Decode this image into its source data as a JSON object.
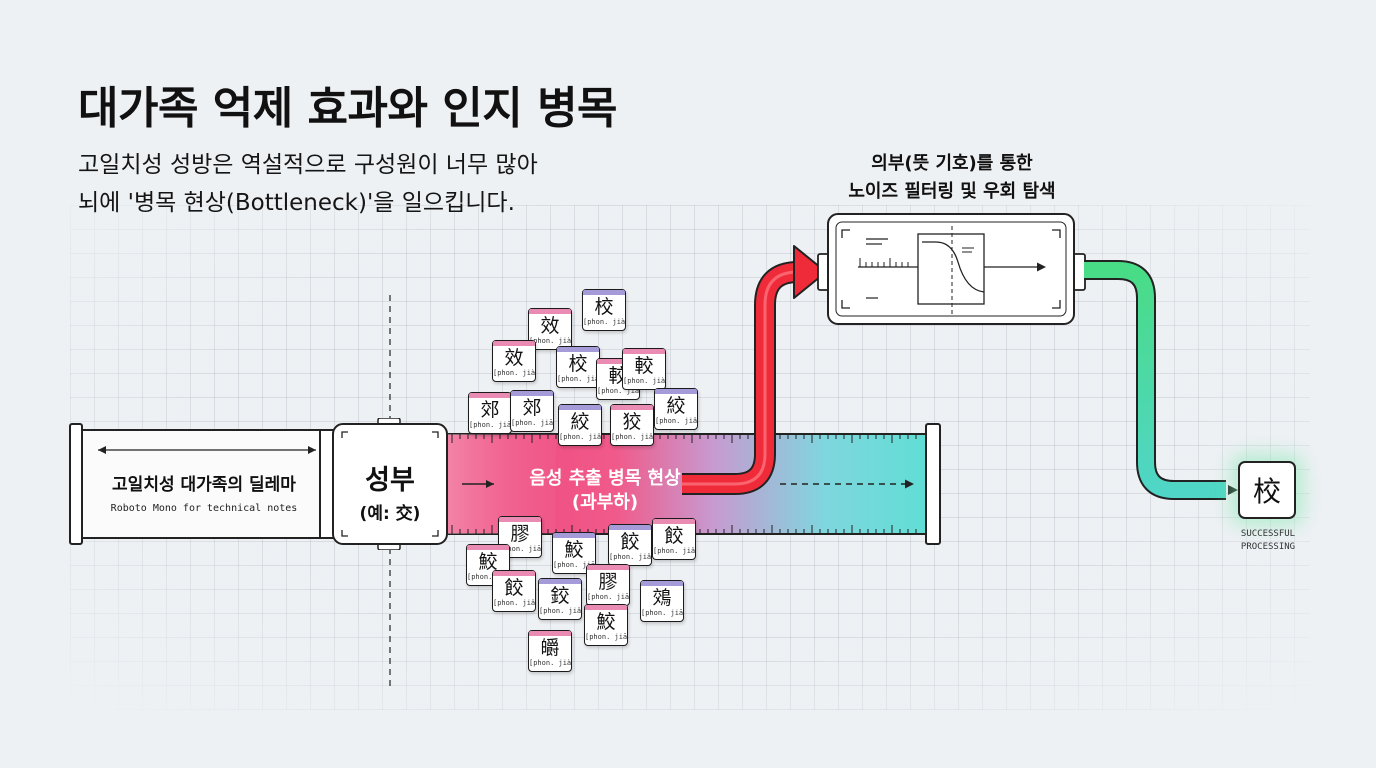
{
  "header": {
    "title": "대가족 억제 효과와 인지 병목",
    "subtitle_line1": "고일치성 성방은 역설적으로 구성원이 너무 많아",
    "subtitle_line2": "뇌에 '병목 현상(Bottleneck)'을 일으킵니다."
  },
  "filter": {
    "title_line1": "의부(뜻 기호)를 통한",
    "title_line2": "노이즈 필터링 및 우회 탐색"
  },
  "input_pipe": {
    "label": "고일치성 대가족의 딜레마",
    "note": "Roboto Mono for technical notes"
  },
  "phonetic_box": {
    "label": "성부",
    "example": "(예: 交)"
  },
  "bottleneck": {
    "label_line1": "음성 추출 병목 현상",
    "label_line2": "(과부하)"
  },
  "characters_top": [
    {
      "char": "校",
      "phon": "[phon. jiào]"
    },
    {
      "char": "效",
      "phon": "[phon. jiào]"
    },
    {
      "char": "效",
      "phon": "[phon. jiào]"
    },
    {
      "char": "校",
      "phon": "[phon. jiào]"
    },
    {
      "char": "較",
      "phon": "[phon. jiào]"
    },
    {
      "char": "較",
      "phon": "[phon. jiào]"
    },
    {
      "char": "郊",
      "phon": "[phon. jiāo]"
    },
    {
      "char": "郊",
      "phon": "[phon. jiāo]"
    },
    {
      "char": "絞",
      "phon": "[phon. jiǎo]"
    },
    {
      "char": "狡",
      "phon": "[phon. jiǎo]"
    },
    {
      "char": "絞",
      "phon": "[phon. jiǎo]"
    }
  ],
  "characters_bottom": [
    {
      "char": "膠",
      "phon": "[phon. jiāo]"
    },
    {
      "char": "餃",
      "phon": "[phon. jiǎo]"
    },
    {
      "char": "餃",
      "phon": "[phon. jiǎo]"
    },
    {
      "char": "鮫",
      "phon": "[phon. jiāo]"
    },
    {
      "char": "鮫",
      "phon": "[phon. jiāo]"
    },
    {
      "char": "餃",
      "phon": "[phon. jiǎo]"
    },
    {
      "char": "鉸",
      "phon": "[phon. jiǎo]"
    },
    {
      "char": "膠",
      "phon": "[phon. jiāo]"
    },
    {
      "char": "鵁",
      "phon": "[phon. jiāo]"
    },
    {
      "char": "鮫",
      "phon": "[phon. jiāo]"
    },
    {
      "char": "皭",
      "phon": "[phon. jiào]"
    }
  ],
  "result": {
    "char": "校",
    "caption_line1": "SUCCESSFUL",
    "caption_line2": "PROCESSING"
  },
  "colors": {
    "overload_red": "#ef2b3a",
    "pink": "#f06a9a",
    "cyan": "#5fd9d2",
    "green": "#56e08a",
    "card_bar_pink": "#e98bb3",
    "card_bar_violet": "#a69bd9"
  }
}
